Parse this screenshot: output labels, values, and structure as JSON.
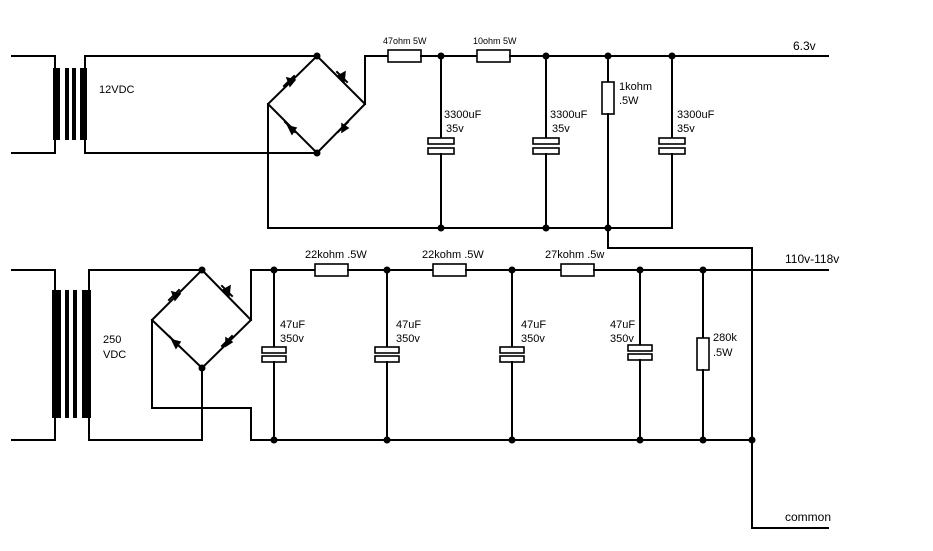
{
  "upper_supply": {
    "transformer_label": "12VDC",
    "series_resistors": [
      "47ohm 5W",
      "10ohm 5W"
    ],
    "capacitors": [
      {
        "value": "3300uF",
        "voltage": "35v"
      },
      {
        "value": "3300uF",
        "voltage": "35v"
      },
      {
        "value": "3300uF",
        "voltage": "35v"
      }
    ],
    "bleeder": {
      "value": "1kohm",
      "rating": ".5W"
    },
    "output_label": "6.3v"
  },
  "lower_supply": {
    "transformer_label_line1": "250",
    "transformer_label_line2": "VDC",
    "series_resistors": [
      "22kohm .5W",
      "22kohm .5W",
      "27kohm .5w"
    ],
    "capacitors": [
      {
        "value": "47uF",
        "voltage": "350v"
      },
      {
        "value": "47uF",
        "voltage": "350v"
      },
      {
        "value": "47uF",
        "voltage": "350v"
      },
      {
        "value": "47uF",
        "voltage": "350v"
      }
    ],
    "bleeder": {
      "value": "280k",
      "rating": ".5W"
    },
    "output_label": "110v-118v"
  },
  "common_label": "common"
}
